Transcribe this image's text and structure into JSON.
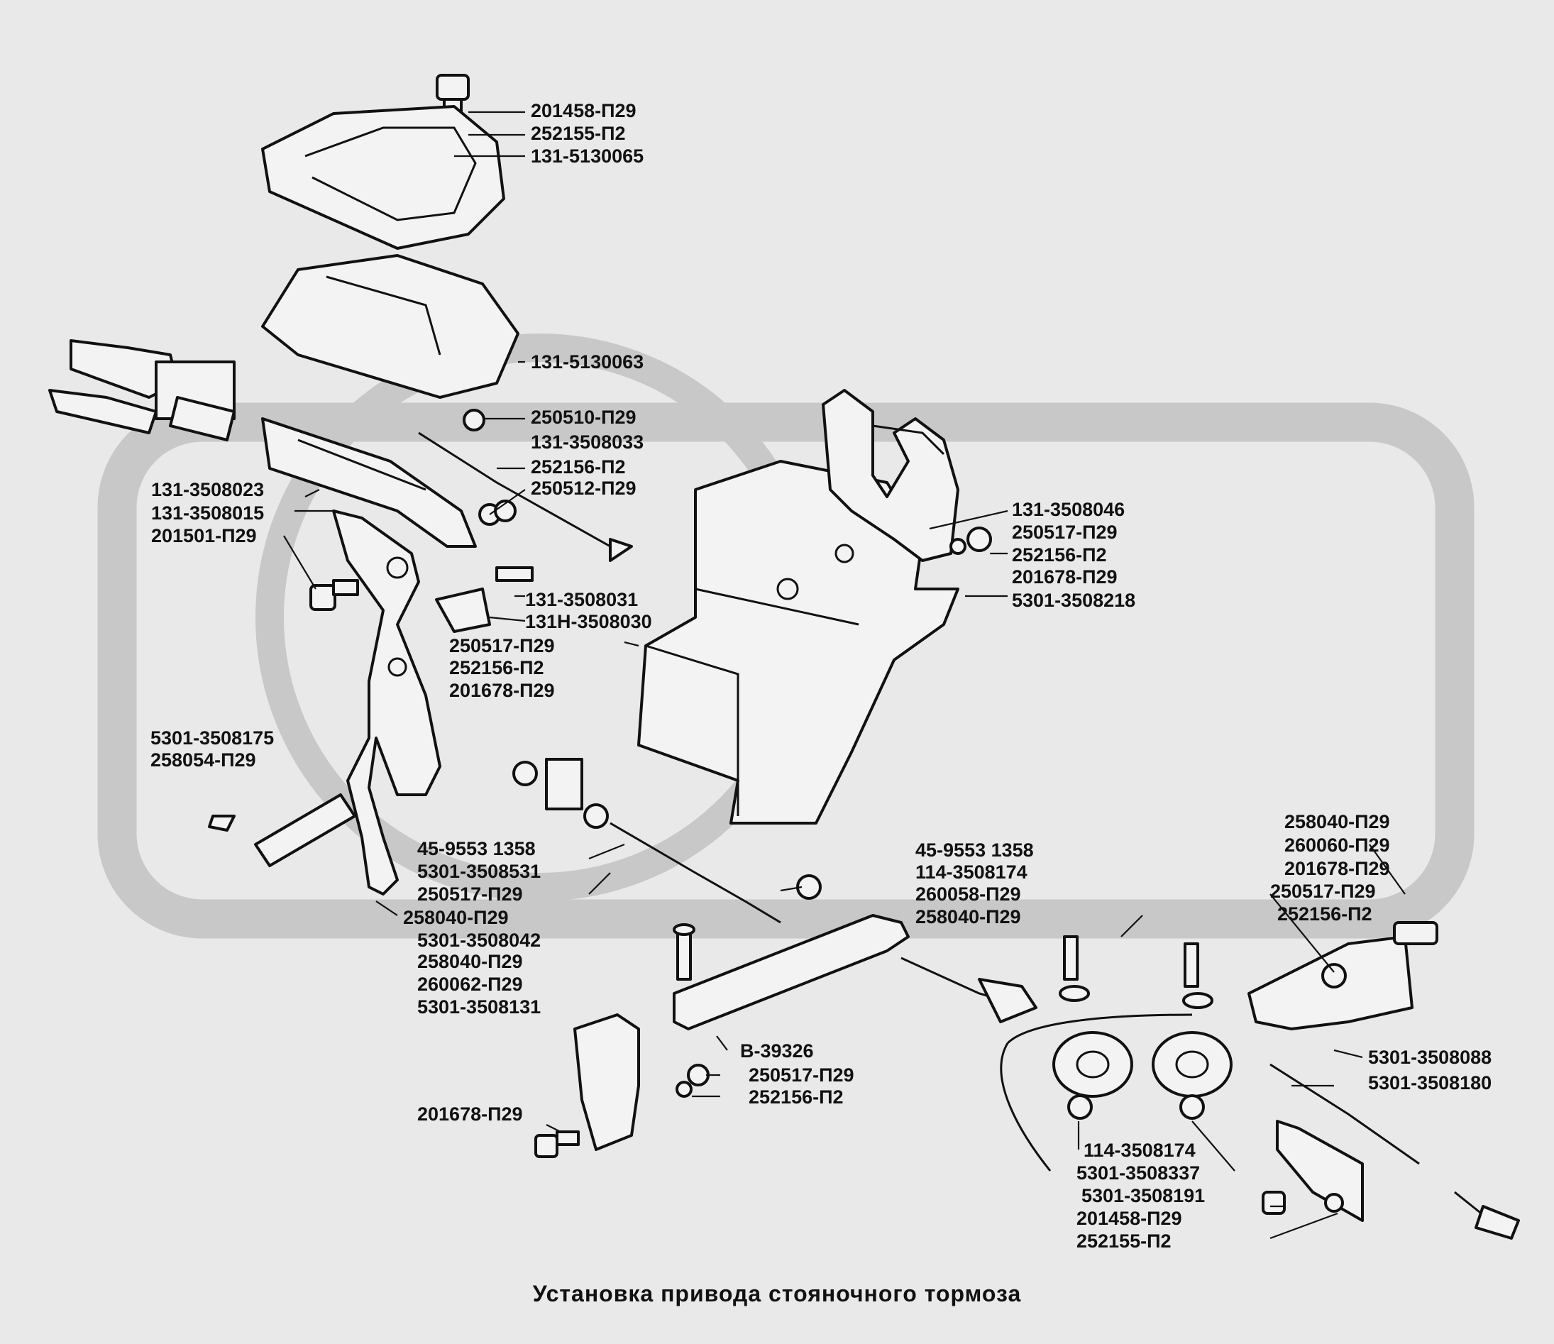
{
  "caption": "Установка привода стояночного тормоза",
  "labels": [
    "201458-П29",
    "252155-П2",
    "131-5130065",
    "131-5130063",
    "250510-П29",
    "131-3508033",
    "252156-П2",
    "250512-П29",
    "131-3508023",
    "131-3508015",
    "201501-П29",
    "131-3508031",
    "131Н-3508030",
    "250517-П29",
    "252156-П2",
    "201678-П29",
    "5301-3508175",
    "258054-П29",
    "45-9553 1358",
    "5301-3508531",
    "250517-П29",
    "258040-П29",
    "5301-3508042",
    "258040-П29",
    "260062-П29",
    "5301-3508131",
    "В-39326",
    "250517-П29",
    "252156-П2",
    "201678-П29",
    "131-3508046",
    "250517-П29",
    "252156-П2",
    "201678-П29",
    "5301-3508218",
    "45-9553 1358",
    "114-3508174",
    "260058-П29",
    "258040-П29",
    "258040-П29",
    "260060-П29",
    "201678-П29",
    "250517-П29",
    "252156-П2",
    "5301-3508088",
    "5301-3508180",
    "114-3508174",
    "5301-3508337",
    "5301-3508191",
    "201458-П29",
    "252155-П2"
  ]
}
